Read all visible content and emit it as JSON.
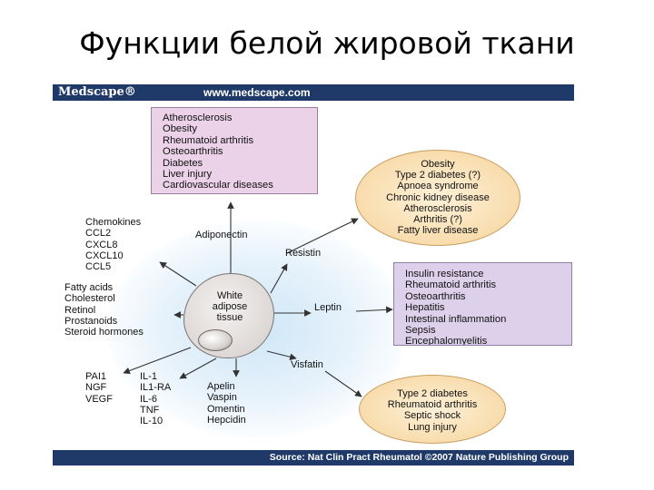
{
  "slide": {
    "title": "Функции белой жировой ткани"
  },
  "figure": {
    "brand": "Medscape®",
    "url": "www.medscape.com",
    "source": "Source: Nat Clin Pract Rheumatol ©2007 Nature Publishing Group",
    "center": {
      "label": [
        "White",
        "adipose",
        "tissue"
      ]
    },
    "top_box": [
      "Atherosclerosis",
      "Obesity",
      "Rheumatoid arthritis",
      "Osteoarthritis",
      "Diabetes",
      "Liver injury",
      "Cardiovascular diseases"
    ],
    "top_ellipse": [
      "Obesity",
      "Type 2 diabetes (?)",
      "Apnoea syndrome",
      "Chronic kidney disease",
      "Atherosclerosis",
      "Arthritis (?)",
      "Fatty liver disease"
    ],
    "right_box": [
      "Insulin resistance",
      "Rheumatoid arthritis",
      "Osteoarthritis",
      "Hepatitis",
      "Intestinal inflammation",
      "Sepsis",
      "Encephalomyelitis"
    ],
    "bottom_ellipse": [
      "Type 2 diabetes",
      "Rheumatoid arthritis",
      "Septic shock",
      "Lung injury"
    ],
    "adipokines": {
      "adiponectin": "Adiponectin",
      "resistin": "Resistin",
      "leptin": "Leptin",
      "visfatin": "Visfatin"
    },
    "chemokines": [
      "Chemokines",
      "CCL2",
      "CXCL8",
      "CXCL10",
      "CCL5"
    ],
    "lipids": [
      "Fatty acids",
      "Cholesterol",
      "Retinol",
      "Prostanoids",
      "Steroid hormones"
    ],
    "growth_factors": [
      "PAI1",
      "NGF",
      "VEGF"
    ],
    "interleukins": [
      "IL-1",
      "IL1-RA",
      "IL-6",
      "TNF",
      "IL-10"
    ],
    "others": [
      "Apelin",
      "Vaspin",
      "Omentin",
      "Hepcidin"
    ]
  }
}
